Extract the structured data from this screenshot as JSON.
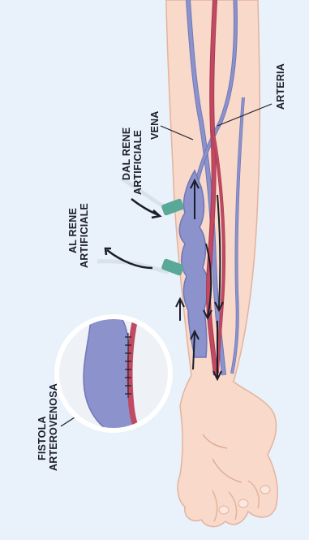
{
  "labels": {
    "vena": "VENA",
    "arteria": "ARTERIA",
    "dal_rene_line1": "DAL RENE",
    "dal_rene_line2": "ARTIFICIALE",
    "al_rene_line1": "AL RENE",
    "al_rene_line2": "ARTIFICIALE",
    "fistola_line1": "FISTOLA",
    "fistola_line2": "ARTEROVENOSA"
  },
  "colors": {
    "background": "#e9f1fb",
    "skin": "#f9d9c9",
    "skin_outline": "#e3b39d",
    "vein": "#8b92cc",
    "vein_outline": "#6f77b8",
    "artery": "#c04a62",
    "needle": "#5aa898",
    "text": "#1b1e2a"
  }
}
